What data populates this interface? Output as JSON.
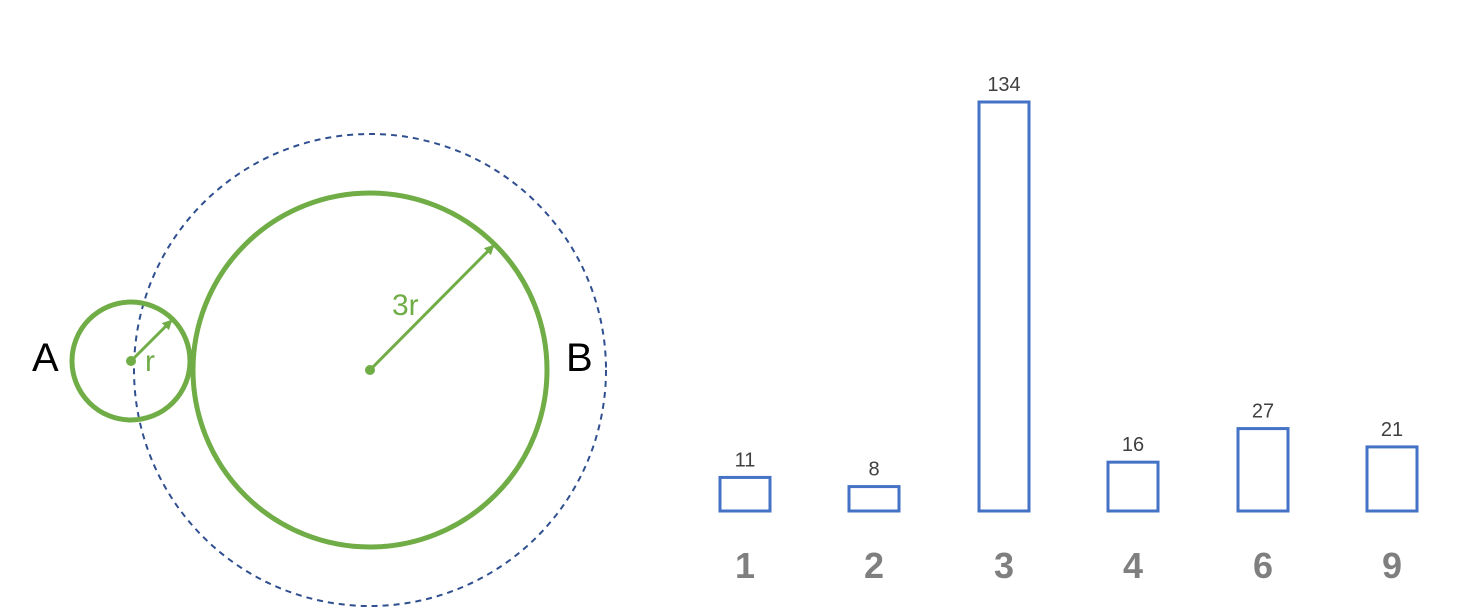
{
  "diagram": {
    "circle_a_label": "A",
    "circle_b_label": "B",
    "small_radius_label": "r",
    "large_radius_label": "3r",
    "colors": {
      "circle": "#70ad47",
      "dashed_circle": "#2f4f8f",
      "label": "#000000"
    }
  },
  "chart_data": {
    "type": "bar",
    "categories": [
      "1",
      "2",
      "3",
      "4",
      "6",
      "9"
    ],
    "values": [
      11,
      8,
      134,
      16,
      27,
      21
    ],
    "title": "",
    "xlabel": "",
    "ylabel": "",
    "grid": false,
    "colors": {
      "bar_outline": "#4472c4",
      "value_label": "#404040",
      "category_label": "#7f7f7f"
    }
  }
}
